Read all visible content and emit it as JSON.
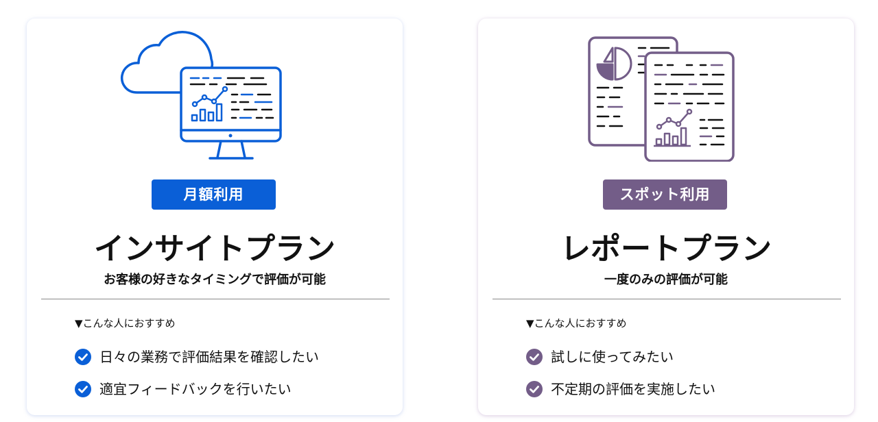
{
  "colors": {
    "insight_accent": "#0a5fd7",
    "report_accent": "#735d88",
    "text": "#111111"
  },
  "cards": {
    "insight": {
      "badge": "月額利用",
      "name": "インサイトプラン",
      "description": "お客様の好きなタイミングで評価が可能",
      "recommend_label": "▼こんな人におすすめ",
      "items": [
        "日々の業務で評価結果を確認したい",
        "適宜フィードバックを行いたい"
      ],
      "illustration_icon": "cloud-monitor-analytics-icon"
    },
    "report": {
      "badge": "スポット利用",
      "name": "レポートプラン",
      "description": "一度のみの評価が可能",
      "recommend_label": "▼こんな人におすすめ",
      "items": [
        "試しに使ってみたい",
        "不定期の評価を実施したい"
      ],
      "illustration_icon": "report-documents-icon"
    }
  }
}
